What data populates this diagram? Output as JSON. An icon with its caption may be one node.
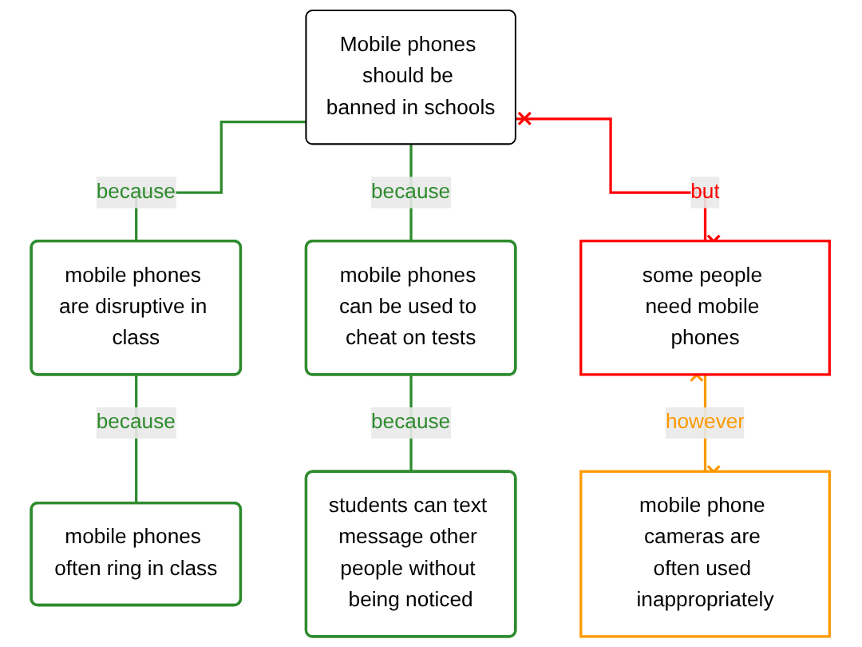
{
  "diagram": {
    "nodes": [
      {
        "text": [
          "Mobile phones should be banned in schools"
        ]
      },
      {
        "text": [
          "mobile phones are disruptive in class"
        ]
      },
      {
        "text": [
          "mobile phones can be used to cheat on tests"
        ]
      },
      {
        "text": [
          "some people need mobile phones"
        ]
      },
      {
        "text": [
          "mobile phones often ring in class"
        ]
      },
      {
        "text": [
          "students can text message other people without being noticed"
        ]
      },
      {
        "text": [
          "mobile phone cameras are often used inappropriately"
        ]
      }
    ],
    "edges": [
      {
        "from": 1,
        "to": 0,
        "arrow": "none",
        "label": "because"
      },
      {
        "from": 2,
        "to": 0,
        "arrow": "none",
        "label": "because"
      },
      {
        "from": 3,
        "to": 0,
        "arrow": "other",
        "label": "but",
        "color": "#ff0000"
      },
      {
        "from": 4,
        "to": 1,
        "arrow": "none",
        "label": "because"
      },
      {
        "from": 5,
        "to": 2,
        "arrow": "none",
        "label": "because"
      },
      {
        "from": 6,
        "to": 3,
        "arrow": "other",
        "label": "however",
        "color": "#ff9900"
      }
    ]
  }
}
